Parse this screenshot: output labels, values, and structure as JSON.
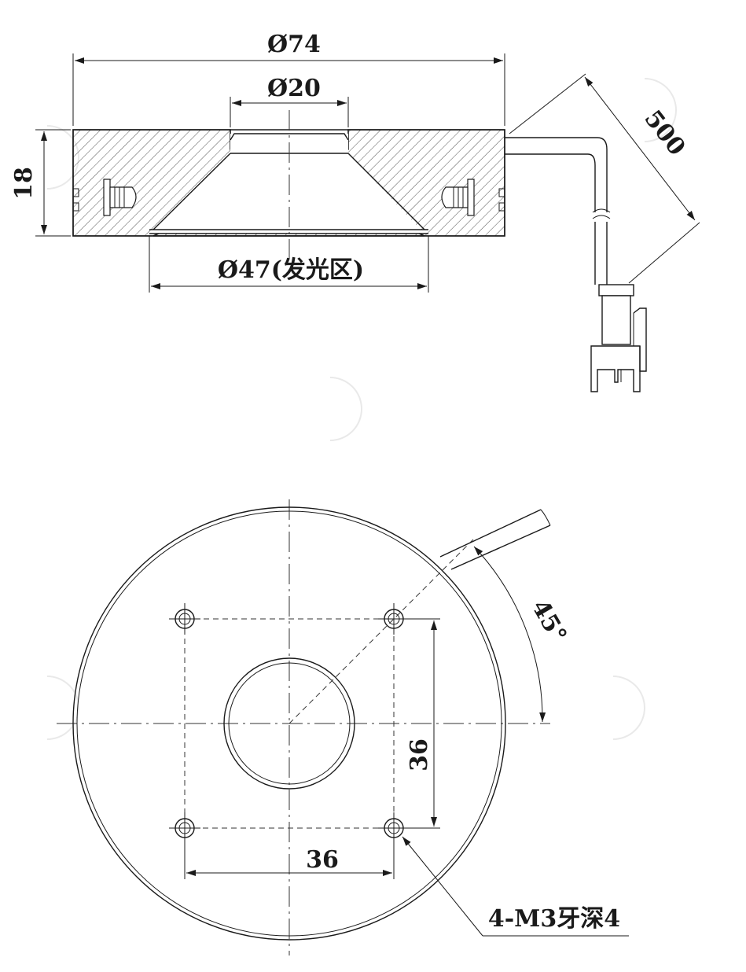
{
  "side_view": {
    "dim_outer_diameter": "Ø74",
    "dim_inner_diameter": "Ø20",
    "dim_height": "18",
    "dim_cable_length": "500",
    "dim_emitting_area": "Ø47(发光区)"
  },
  "top_view": {
    "dim_angle": "45°",
    "dim_vertical_spacing": "36",
    "dim_horizontal_spacing": "36",
    "hole_callout": "4-M3牙深4"
  },
  "colors": {
    "line": "#1a1a1a",
    "hatch": "#555555",
    "watermark": "#e9e9e9"
  }
}
